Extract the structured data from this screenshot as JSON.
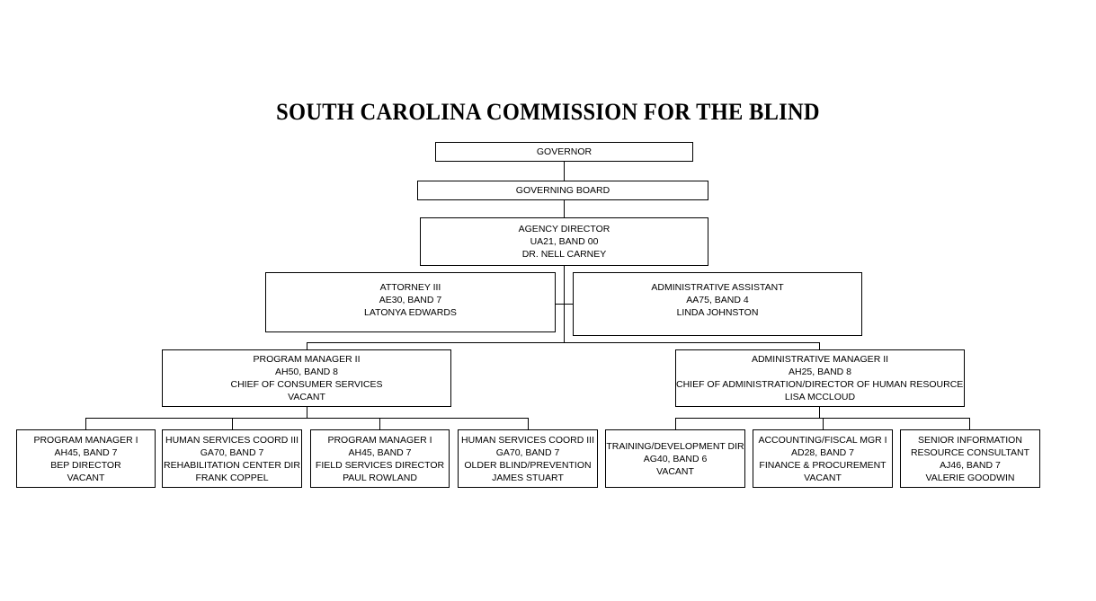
{
  "document": {
    "title": "SOUTH CAROLINA COMMISSION FOR THE BLIND",
    "type": "organizational-chart",
    "background_color": "#ffffff",
    "line_color": "#000000",
    "text_color": "#000000"
  },
  "chart_data": {
    "type": "org-chart",
    "title": "SOUTH CAROLINA COMMISSION FOR THE BLIND",
    "levels": 5,
    "node_count": 14
  },
  "nodes": {
    "governor": {
      "line1": "GOVERNOR"
    },
    "governing_board": {
      "line1": "GOVERNING BOARD"
    },
    "agency_director": {
      "line1": "AGENCY DIRECTOR",
      "line2": "UA21, BAND 00",
      "line3": "DR. NELL CARNEY"
    },
    "attorney": {
      "line1": "ATTORNEY III",
      "line2": "AE30, BAND 7",
      "line3": "LATONYA EDWARDS"
    },
    "administrative_assistant": {
      "line1": "ADMINISTRATIVE ASSISTANT",
      "line2": "AA75, BAND 4",
      "line3": "LINDA JOHNSTON"
    },
    "program_manager_ii": {
      "line1": "PROGRAM MANAGER II",
      "line2": "AH50, BAND 8",
      "line3": "CHIEF OF CONSUMER SERVICES",
      "line4": "VACANT"
    },
    "administrative_manager_ii": {
      "line1": "ADMINISTRATIVE MANAGER II",
      "line2": "AH25, BAND 8",
      "line3": "CHIEF OF ADMINISTRATION/DIRECTOR OF HUMAN RESOURCES",
      "line4": "LISA MCCLOUD"
    },
    "bep_director": {
      "line1": "PROGRAM MANAGER I",
      "line2": "AH45, BAND 7",
      "line3": "BEP DIRECTOR",
      "line4": "VACANT"
    },
    "rehabilitation_center_dir": {
      "line1": "HUMAN SERVICES COORD III",
      "line2": "GA70, BAND 7",
      "line3": "REHABILITATION CENTER DIR",
      "line4": "FRANK COPPEL"
    },
    "field_services_director": {
      "line1": "PROGRAM MANAGER I",
      "line2": "AH45, BAND 7",
      "line3": "FIELD SERVICES DIRECTOR",
      "line4": "PAUL ROWLAND"
    },
    "older_blind_prevention": {
      "line1": "HUMAN SERVICES COORD III",
      "line2": "GA70, BAND 7",
      "line3": "OLDER BLIND/PREVENTION",
      "line4": "JAMES STUART"
    },
    "training_development_dir": {
      "line1": "TRAINING/DEVELOPMENT DIR",
      "line2": "AG40, BAND 6",
      "line3": "VACANT"
    },
    "accounting_fiscal_mgr": {
      "line1": "ACCOUNTING/FISCAL MGR I",
      "line2": "AD28, BAND 7",
      "line3": "FINANCE & PROCUREMENT",
      "line4": "VACANT"
    },
    "senior_information_resource_consultant": {
      "line1": "SENIOR INFORMATION",
      "line2": "RESOURCE CONSULTANT",
      "line3": "AJ46, BAND 7",
      "line4": "VALERIE GOODWIN"
    }
  }
}
